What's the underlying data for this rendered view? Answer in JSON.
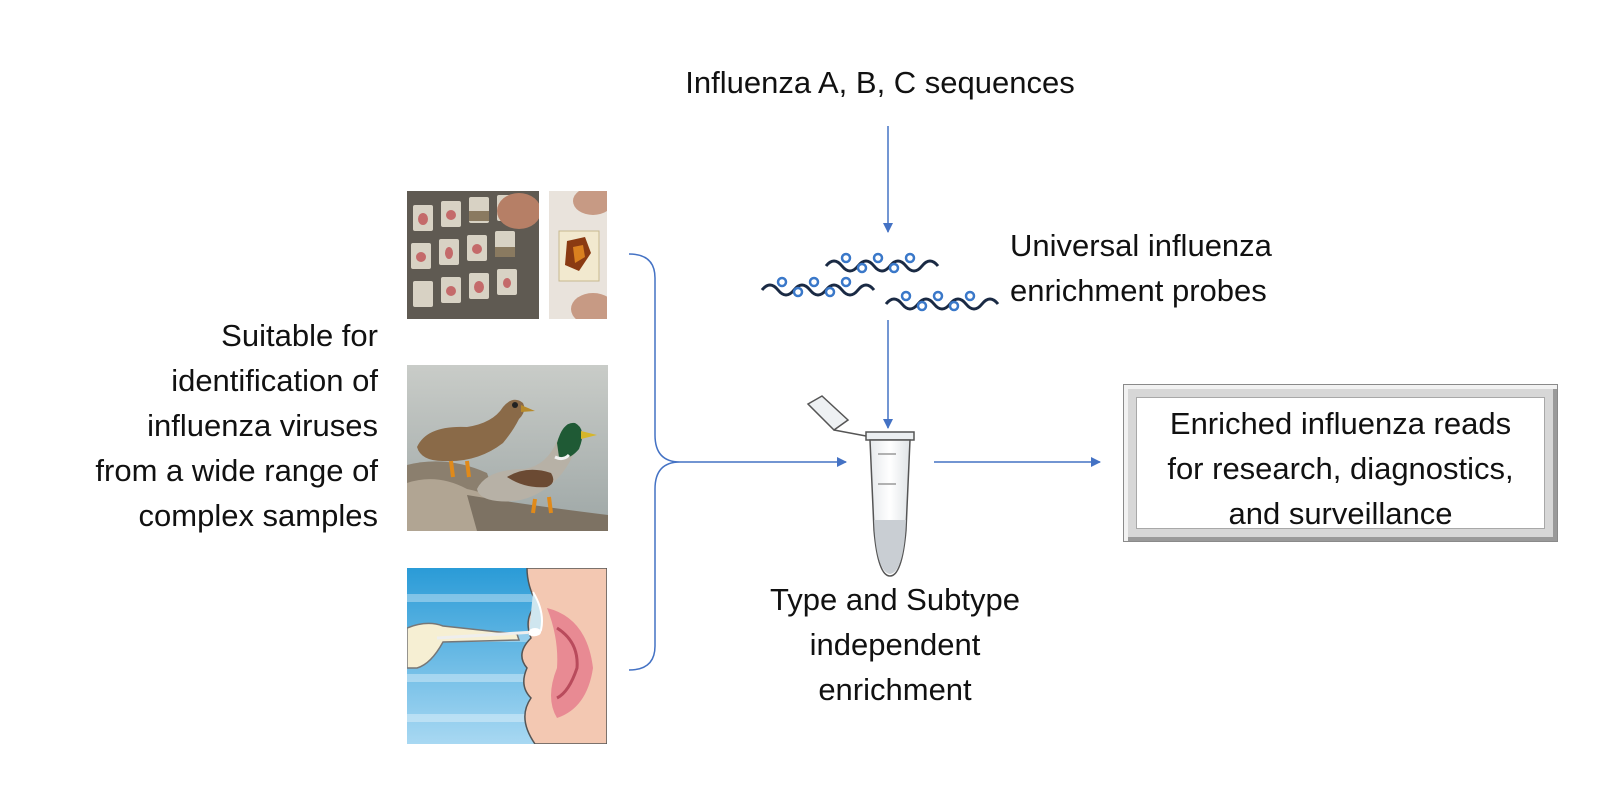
{
  "left_text": [
    "Suitable for",
    "identification of",
    "influenza viruses",
    "from a wide range of",
    "complex samples"
  ],
  "top_text": "Influenza A, B, C sequences",
  "probe_text": [
    "Universal influenza",
    "enrichment probes"
  ],
  "tube_text": [
    "Type and Subtype",
    "independent",
    "enrichment"
  ],
  "result_text": [
    "Enriched influenza reads",
    "for research, diagnostics,",
    "and surveillance"
  ],
  "images": [
    "tissue-slides-photo",
    "mallard-ducks-photo",
    "nasal-swab-illustration"
  ],
  "colors": {
    "arrow": "#4472c4",
    "text": "#111111",
    "probe_strand": "#1a2a44",
    "probe_loop": "#3a78c9"
  }
}
